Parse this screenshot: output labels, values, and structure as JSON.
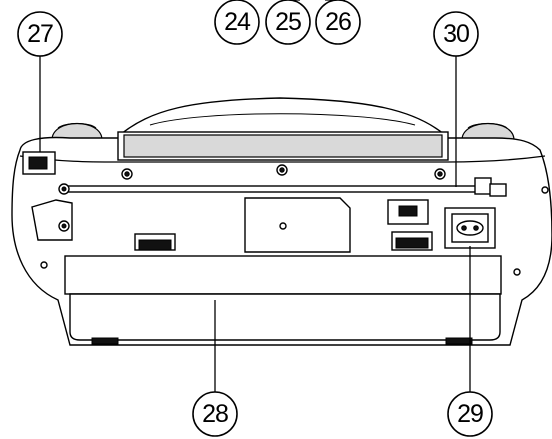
{
  "callouts": {
    "c24": "24",
    "c25": "25",
    "c26": "26",
    "c27": "27",
    "c28": "28",
    "c29": "29",
    "c30": "30"
  }
}
